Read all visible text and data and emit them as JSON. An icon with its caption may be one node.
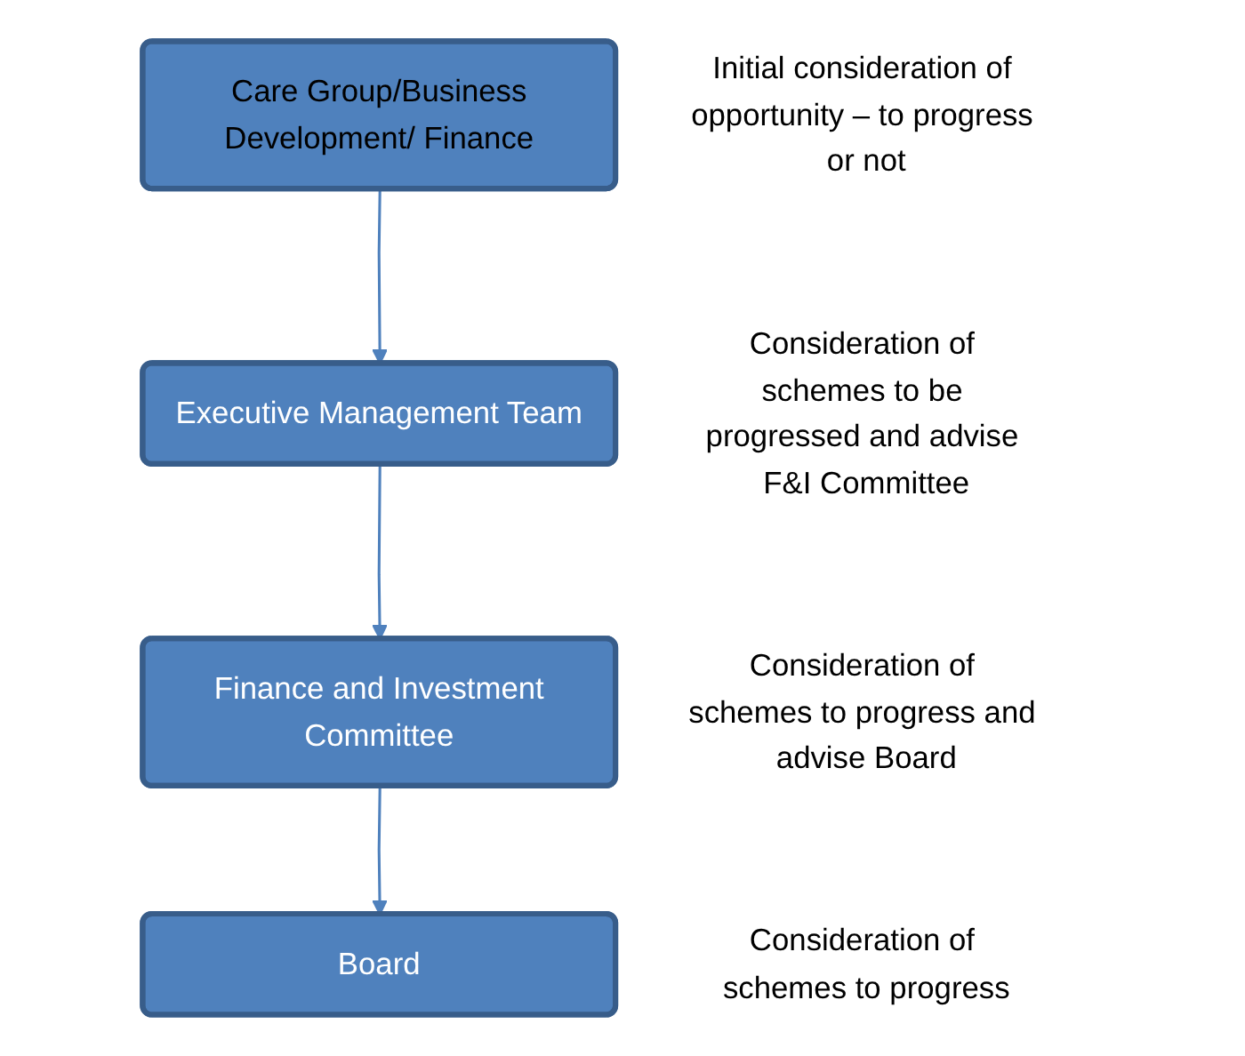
{
  "diagram": {
    "nodes": [
      {
        "text": [
          "Care Group/Business Development/ Finance"
        ],
        "beside": [
          "Initial consideration of opportunity – to progress or not"
        ]
      },
      {
        "text": [
          "Executive Management Team"
        ],
        "beside": [
          "Consideration of schemes to be progressed and advise F&I Committee"
        ]
      },
      {
        "text": [
          "Finance and Investment Committee"
        ],
        "beside": [
          "Consideration of schemes to progress and advise Board"
        ]
      },
      {
        "text": [
          "Board"
        ],
        "beside": [
          "Consideration of schemes to progress"
        ]
      }
    ],
    "edges": [
      {
        "from": 0,
        "to": 1,
        "arrow": "to"
      },
      {
        "from": 1,
        "to": 2,
        "arrow": "to"
      },
      {
        "from": 2,
        "to": 3,
        "arrow": "to"
      }
    ]
  }
}
